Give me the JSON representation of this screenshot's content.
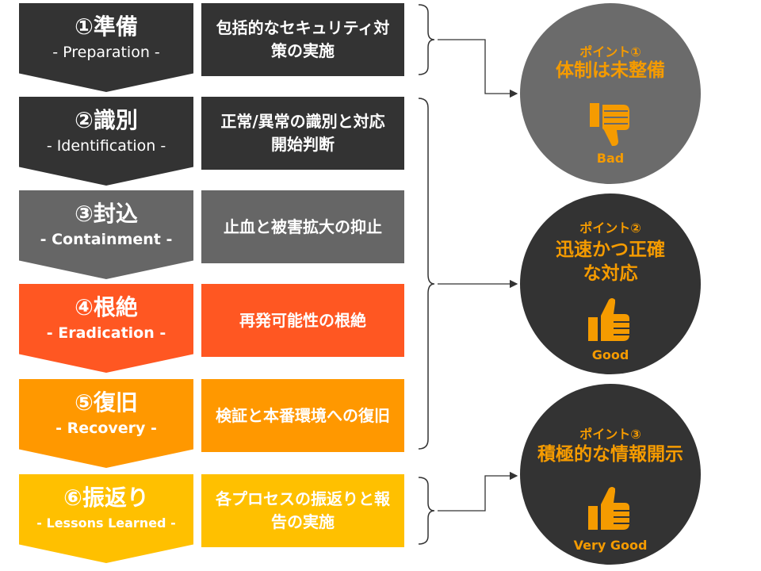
{
  "stages": [
    {
      "title": "①準備",
      "subtitle": "- Preparation -",
      "color": "#333333",
      "description": "包括的なセキュリティ対策の実施"
    },
    {
      "title": "②識別",
      "subtitle": "- Identification -",
      "color": "#333333",
      "description": "正常/異常の識別と対応開始判断"
    },
    {
      "title": "③封込",
      "subtitle": "- Containment -",
      "color": "#666666",
      "description": "止血と被害拡大の抑止"
    },
    {
      "title": "④根絶",
      "subtitle": "- Eradication -",
      "color": "#ff5722",
      "description": "再発可能性の根絶"
    },
    {
      "title": "⑤復旧",
      "subtitle": "- Recovery -",
      "color": "#ff9800",
      "description": "検証と本番環境への復旧"
    },
    {
      "title": "⑥振返り",
      "subtitle": "- Lessons Learned -",
      "color": "#ffc000",
      "description": "各プロセスの振返りと報告の実施"
    }
  ],
  "points": [
    {
      "label": "ポイント①",
      "title": "体制は未整備",
      "rating": "Bad",
      "icon": "thumbs-down-icon",
      "bg": "#6b6b6b"
    },
    {
      "label": "ポイント②",
      "title": "迅速かつ正確な対応",
      "rating": "Good",
      "icon": "thumbs-up-icon",
      "bg": "#333333"
    },
    {
      "label": "ポイント③",
      "title": "積極的な情報開示",
      "rating": "Very Good",
      "icon": "thumbs-up-icon",
      "bg": "#333333"
    }
  ],
  "colors": {
    "accent": "#f59b00"
  }
}
